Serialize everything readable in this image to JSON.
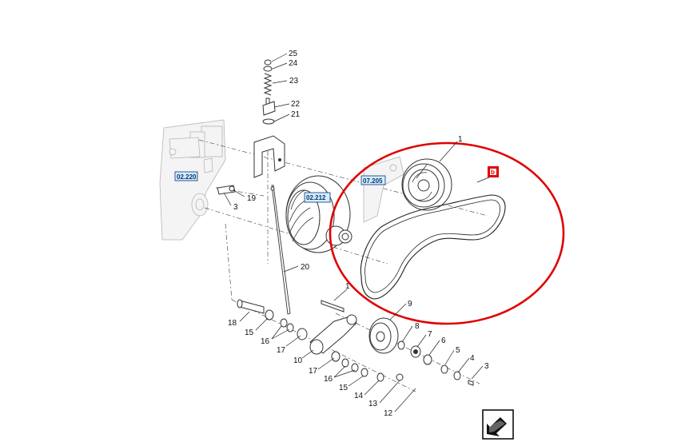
{
  "diagram": {
    "part_labels": [
      "25",
      "24",
      "23",
      "22",
      "21",
      "1",
      "19",
      "3",
      "20",
      "1",
      "9",
      "18",
      "15",
      "16",
      "17",
      "10",
      "8",
      "7",
      "6",
      "5",
      "4",
      "3",
      "17",
      "16",
      "15",
      "14",
      "13",
      "12"
    ],
    "reference_tags": [
      "02.220",
      "02.212",
      "07.205"
    ],
    "belt_marker": "b",
    "highlight_color": "#e00000",
    "tag_fill": "#cfeef8",
    "icons": [
      "exploded-view-diagram",
      "navigate-next-arrow-icon"
    ]
  }
}
